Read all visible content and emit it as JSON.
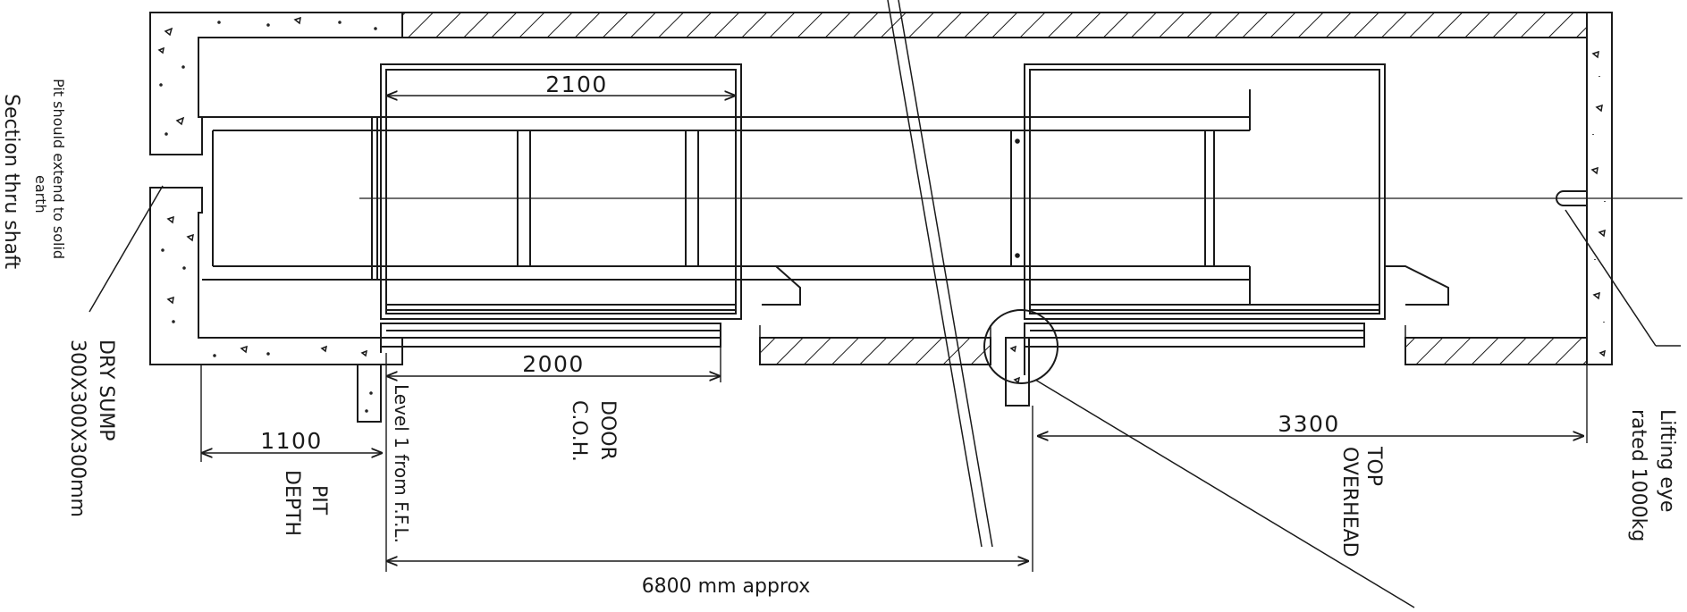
{
  "labels": {
    "section_title": "Section thru shaft",
    "pit_note_line1": "Pit should extend to solid",
    "pit_note_line2": "earth",
    "dry_sump_line1": "DRY SUMP",
    "dry_sump_line2": "300X300X300mm",
    "pit_depth_dim": "1100",
    "pit_depth_line1": "PIT",
    "pit_depth_line2": "DEPTH",
    "level_note": "Level 1 from F.F.L.",
    "car_width_dim": "2100",
    "door_dim": "2000",
    "door_coh_line1": "DOOR",
    "door_coh_line2": "C.O.H.",
    "top_overhead_dim": "3300",
    "top_overhead_line1": "TOP",
    "top_overhead_line2": "OVERHEAD",
    "total_dim": "6800 mm approx",
    "lifting_eye_line1": "Lifting eye",
    "lifting_eye_line2": "rated 1000kg"
  },
  "colors": {
    "line": "#1a1a1a",
    "background": "#ffffff"
  }
}
